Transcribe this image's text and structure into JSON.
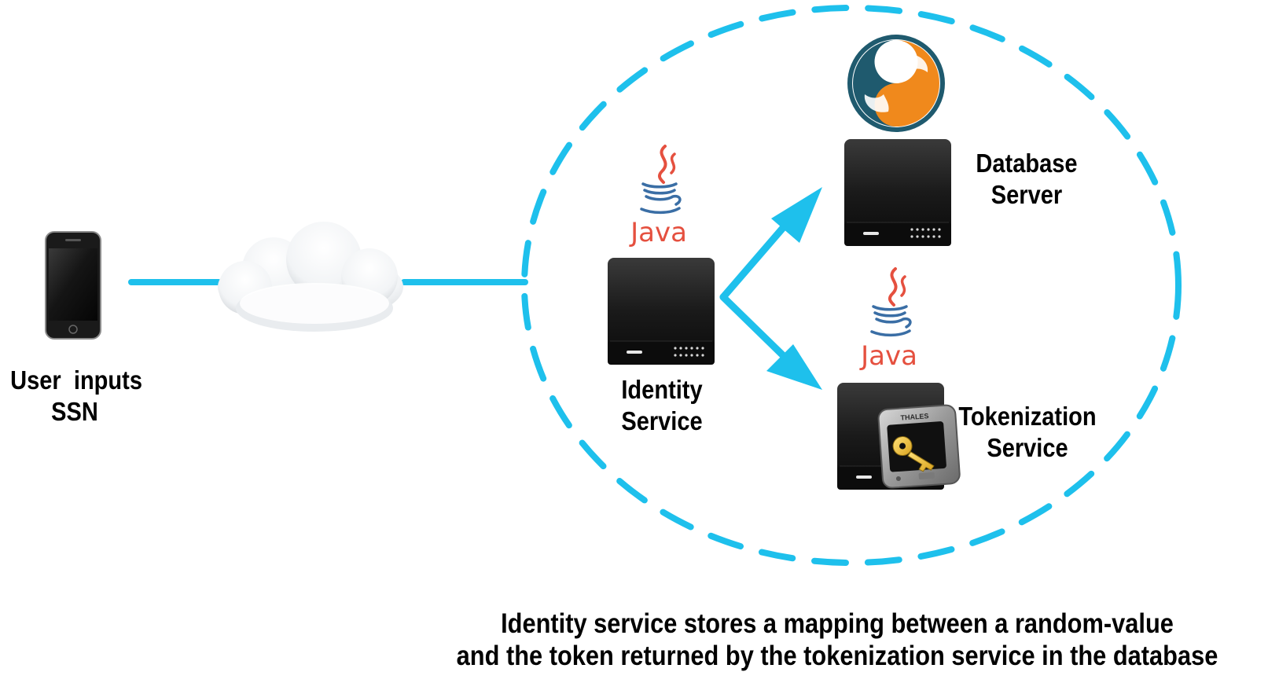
{
  "nodes": {
    "user": {
      "label_line1": "User  inputs",
      "label_line2": "SSN"
    },
    "identity_service": {
      "label_line1": "Identity",
      "label_line2": "Service",
      "tech": "Java"
    },
    "database_server": {
      "label_line1": "Database",
      "label_line2": "Server",
      "tech_icon": "mysql-dolphin-icon"
    },
    "tokenization_service": {
      "label_line1": "Tokenization",
      "label_line2": "Service",
      "tech": "Java",
      "device_brand": "THALES"
    }
  },
  "caption": {
    "line1": "Identity service stores a mapping between a random-value",
    "line2": "and the token returned by the tokenization service in the database"
  },
  "colors": {
    "connector": "#1ec0ec",
    "server_body": "#141414",
    "java_red": "#e5503f",
    "java_blue": "#3a6ea5",
    "mysql_orange": "#f0891c",
    "mysql_teal": "#1f5a6e"
  },
  "icons": [
    "smartphone-icon",
    "cloud-icon",
    "server-icon",
    "java-logo-icon",
    "mysql-dolphin-icon",
    "thales-hsm-icon"
  ]
}
